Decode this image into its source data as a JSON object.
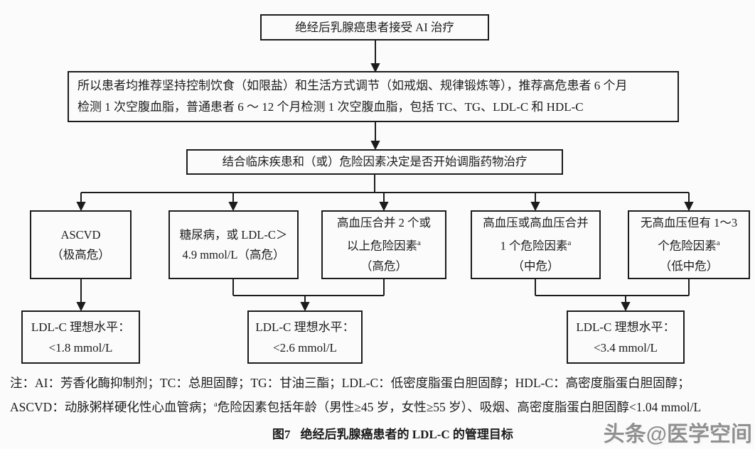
{
  "top_box": "绝经后乳腺癌患者接受 AI 治疗",
  "recommend_box": {
    "line1": "所以患者均推荐坚持控制饮食（如限盐）和生活方式调节（如戒烟、规律锻炼等），推荐高危患者 6 个月",
    "line2": "检测 1 次空腹血脂，普通患者 6 ～ 12 个月检测 1 次空腹血脂，包括 TC、TG、LDL-C 和 HDL-C"
  },
  "decision_box": "结合临床疾患和（或）危险因素决定是否开始调脂药物治疗",
  "risk_boxes": [
    {
      "line1": "ASCVD",
      "line2": "（极高危）"
    },
    {
      "line1": "糖尿病，或 LDL-C＞",
      "line2": "4.9 mmol/L（高危）"
    },
    {
      "line1": "高血压合并 2 个或",
      "line2": "以上危险因素",
      "sup": "a",
      "line3": "（高危）"
    },
    {
      "line1": "高血压或高血压合并",
      "line2": "1 个危险因素",
      "sup": "a",
      "line3": "（中危）"
    },
    {
      "line1": "无高血压但有 1～3",
      "line2": "个危险因素",
      "sup": "a",
      "line3": "（低中危）"
    }
  ],
  "target_boxes": [
    {
      "line1": "LDL-C 理想水平：",
      "line2": "<1.8 mmol/L"
    },
    {
      "line1": "LDL-C 理想水平：",
      "line2": "<2.6 mmol/L"
    },
    {
      "line1": "LDL-C 理想水平：",
      "line2": "<3.4 mmol/L"
    }
  ],
  "note": {
    "line1": "注：AI：芳香化酶抑制剂；TC：总胆固醇；TG：甘油三酯；LDL-C：低密度脂蛋白胆固醇；HDL-C：高密度脂蛋白胆固醇；",
    "line2_pre": "ASCVD：动脉粥样硬化性心血管病；",
    "line2_sup": "a",
    "line2_post": "危险因素包括年龄（男性≥45 岁，女性≥55 岁）、吸烟、高密度脂蛋白胆固醇<1.04 mmol/L"
  },
  "caption": {
    "label": "图7",
    "text": "绝经后乳腺癌患者的 LDL-C 的管理目标"
  },
  "watermark": "头条@医学空间",
  "colors": {
    "line": "#1c1c1c",
    "background": "#fbfbfb",
    "watermark": "#909090"
  }
}
